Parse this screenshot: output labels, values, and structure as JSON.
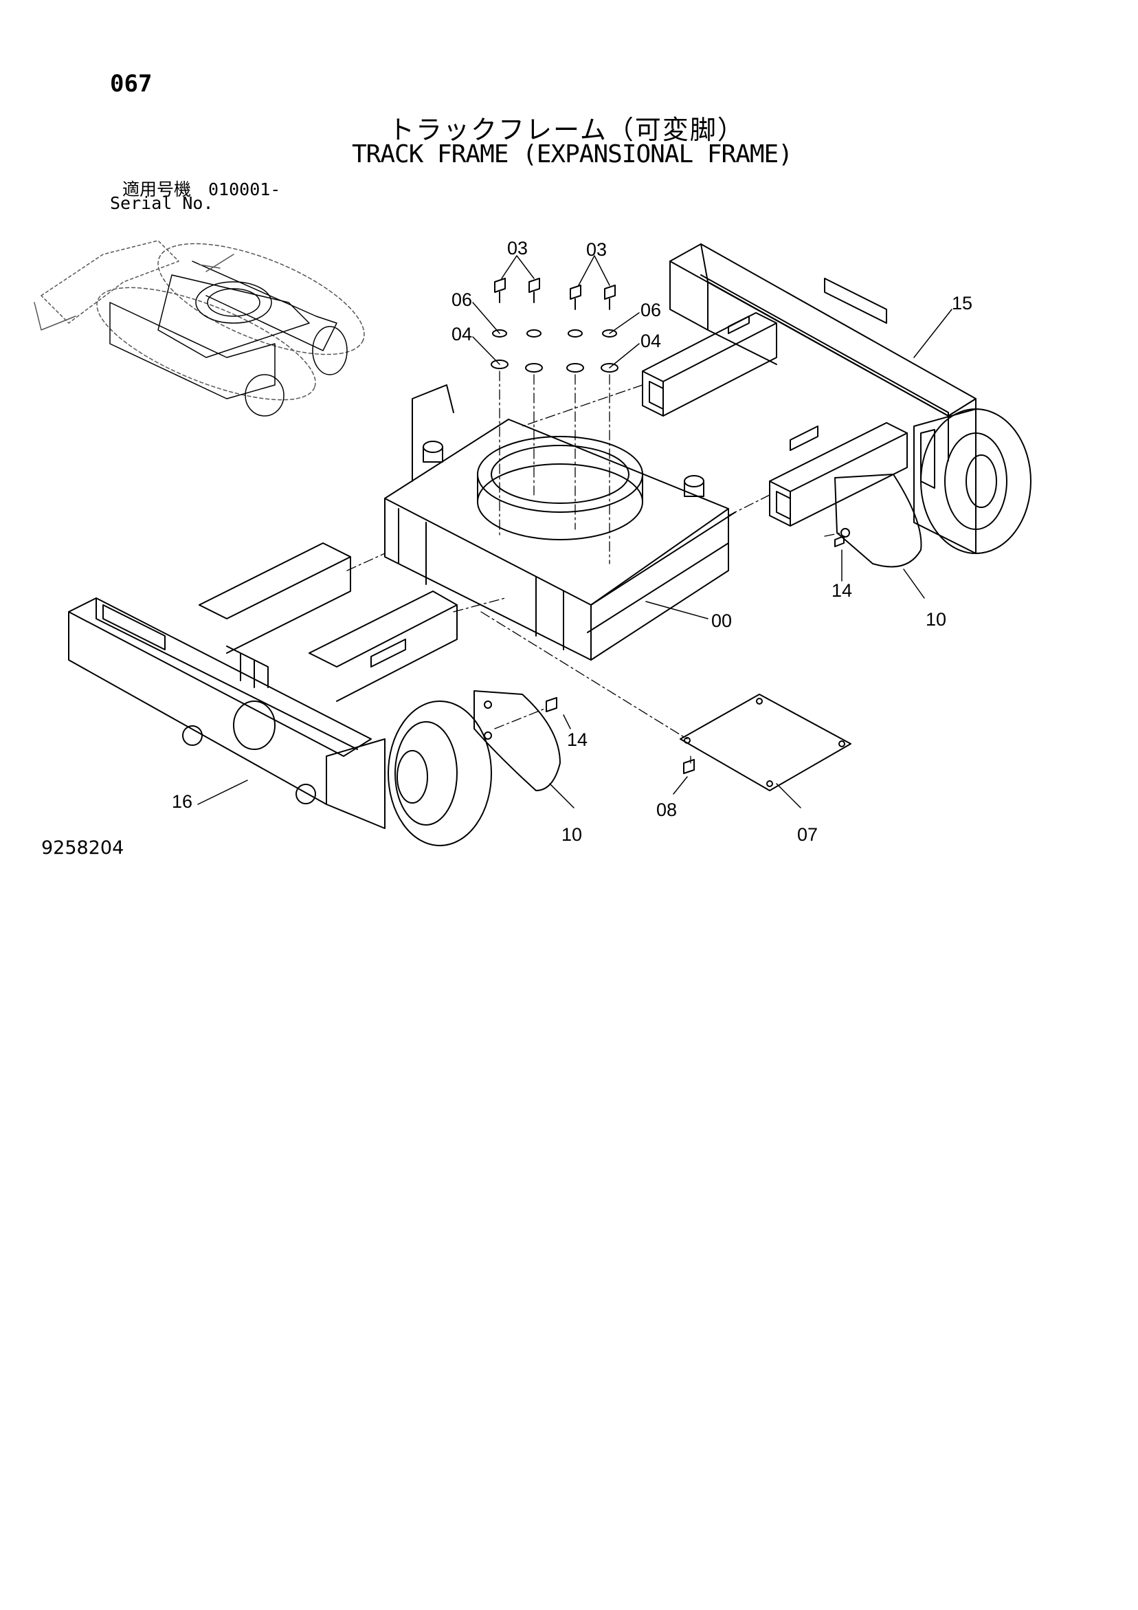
{
  "page_number": "067",
  "title_jp": "トラックフレーム（可変脚）",
  "title_en": "TRACK FRAME (EXPANSIONAL FRAME)",
  "serial_jp": "適用号機　010001-",
  "serial_en": "Serial No.",
  "drawing_number": "9258204",
  "callouts": {
    "c03a": "03",
    "c03b": "03",
    "c06a": "06",
    "c06b": "06",
    "c04a": "04",
    "c04b": "04",
    "c15": "15",
    "c14a": "14",
    "c10a": "10",
    "c00": "00",
    "c14b": "14",
    "c16": "16",
    "c10b": "10",
    "c08": "08",
    "c07": "07"
  }
}
